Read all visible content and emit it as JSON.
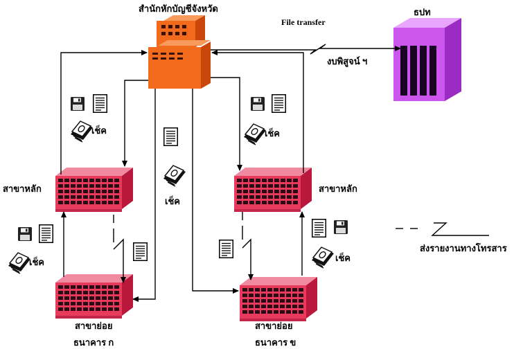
{
  "labels": {
    "provincial_office": "สำนักหักบัญชีจังหวัด",
    "file_transfer": "File transfer",
    "bot": "ธปท",
    "reconciliation": "งบพิสูจน์ ฯ",
    "main_branch_left": "สาขาหลัก",
    "main_branch_right": "สาขาหลัก",
    "sub_branch_a_line1": "สาขาย่อย",
    "sub_branch_a_line2": "ธนาคาร ก",
    "sub_branch_b_line1": "สาขาย่อย",
    "sub_branch_b_line2": "ธนาคาร ข",
    "legend_telecom": "ส่งรายงานทางโทรสาร"
  },
  "cheque_labels": [
    "เช็ค",
    "เช็ค",
    "เช็ค",
    "เช็ค",
    "เช็ค"
  ],
  "colors": {
    "office_fill": "#f26a1b",
    "office_dark": "#c9470a",
    "branch_fill": "#e83a5c",
    "branch_dark": "#b9183c",
    "bot_fill": "#cc55ee",
    "bot_dark": "#9a2cc4",
    "line": "#000000"
  },
  "icons": [
    "office-building-icon",
    "bank-branch-icon",
    "server-tower-icon",
    "floppy-disk-icon",
    "document-icon",
    "cheque-stack-icon"
  ]
}
